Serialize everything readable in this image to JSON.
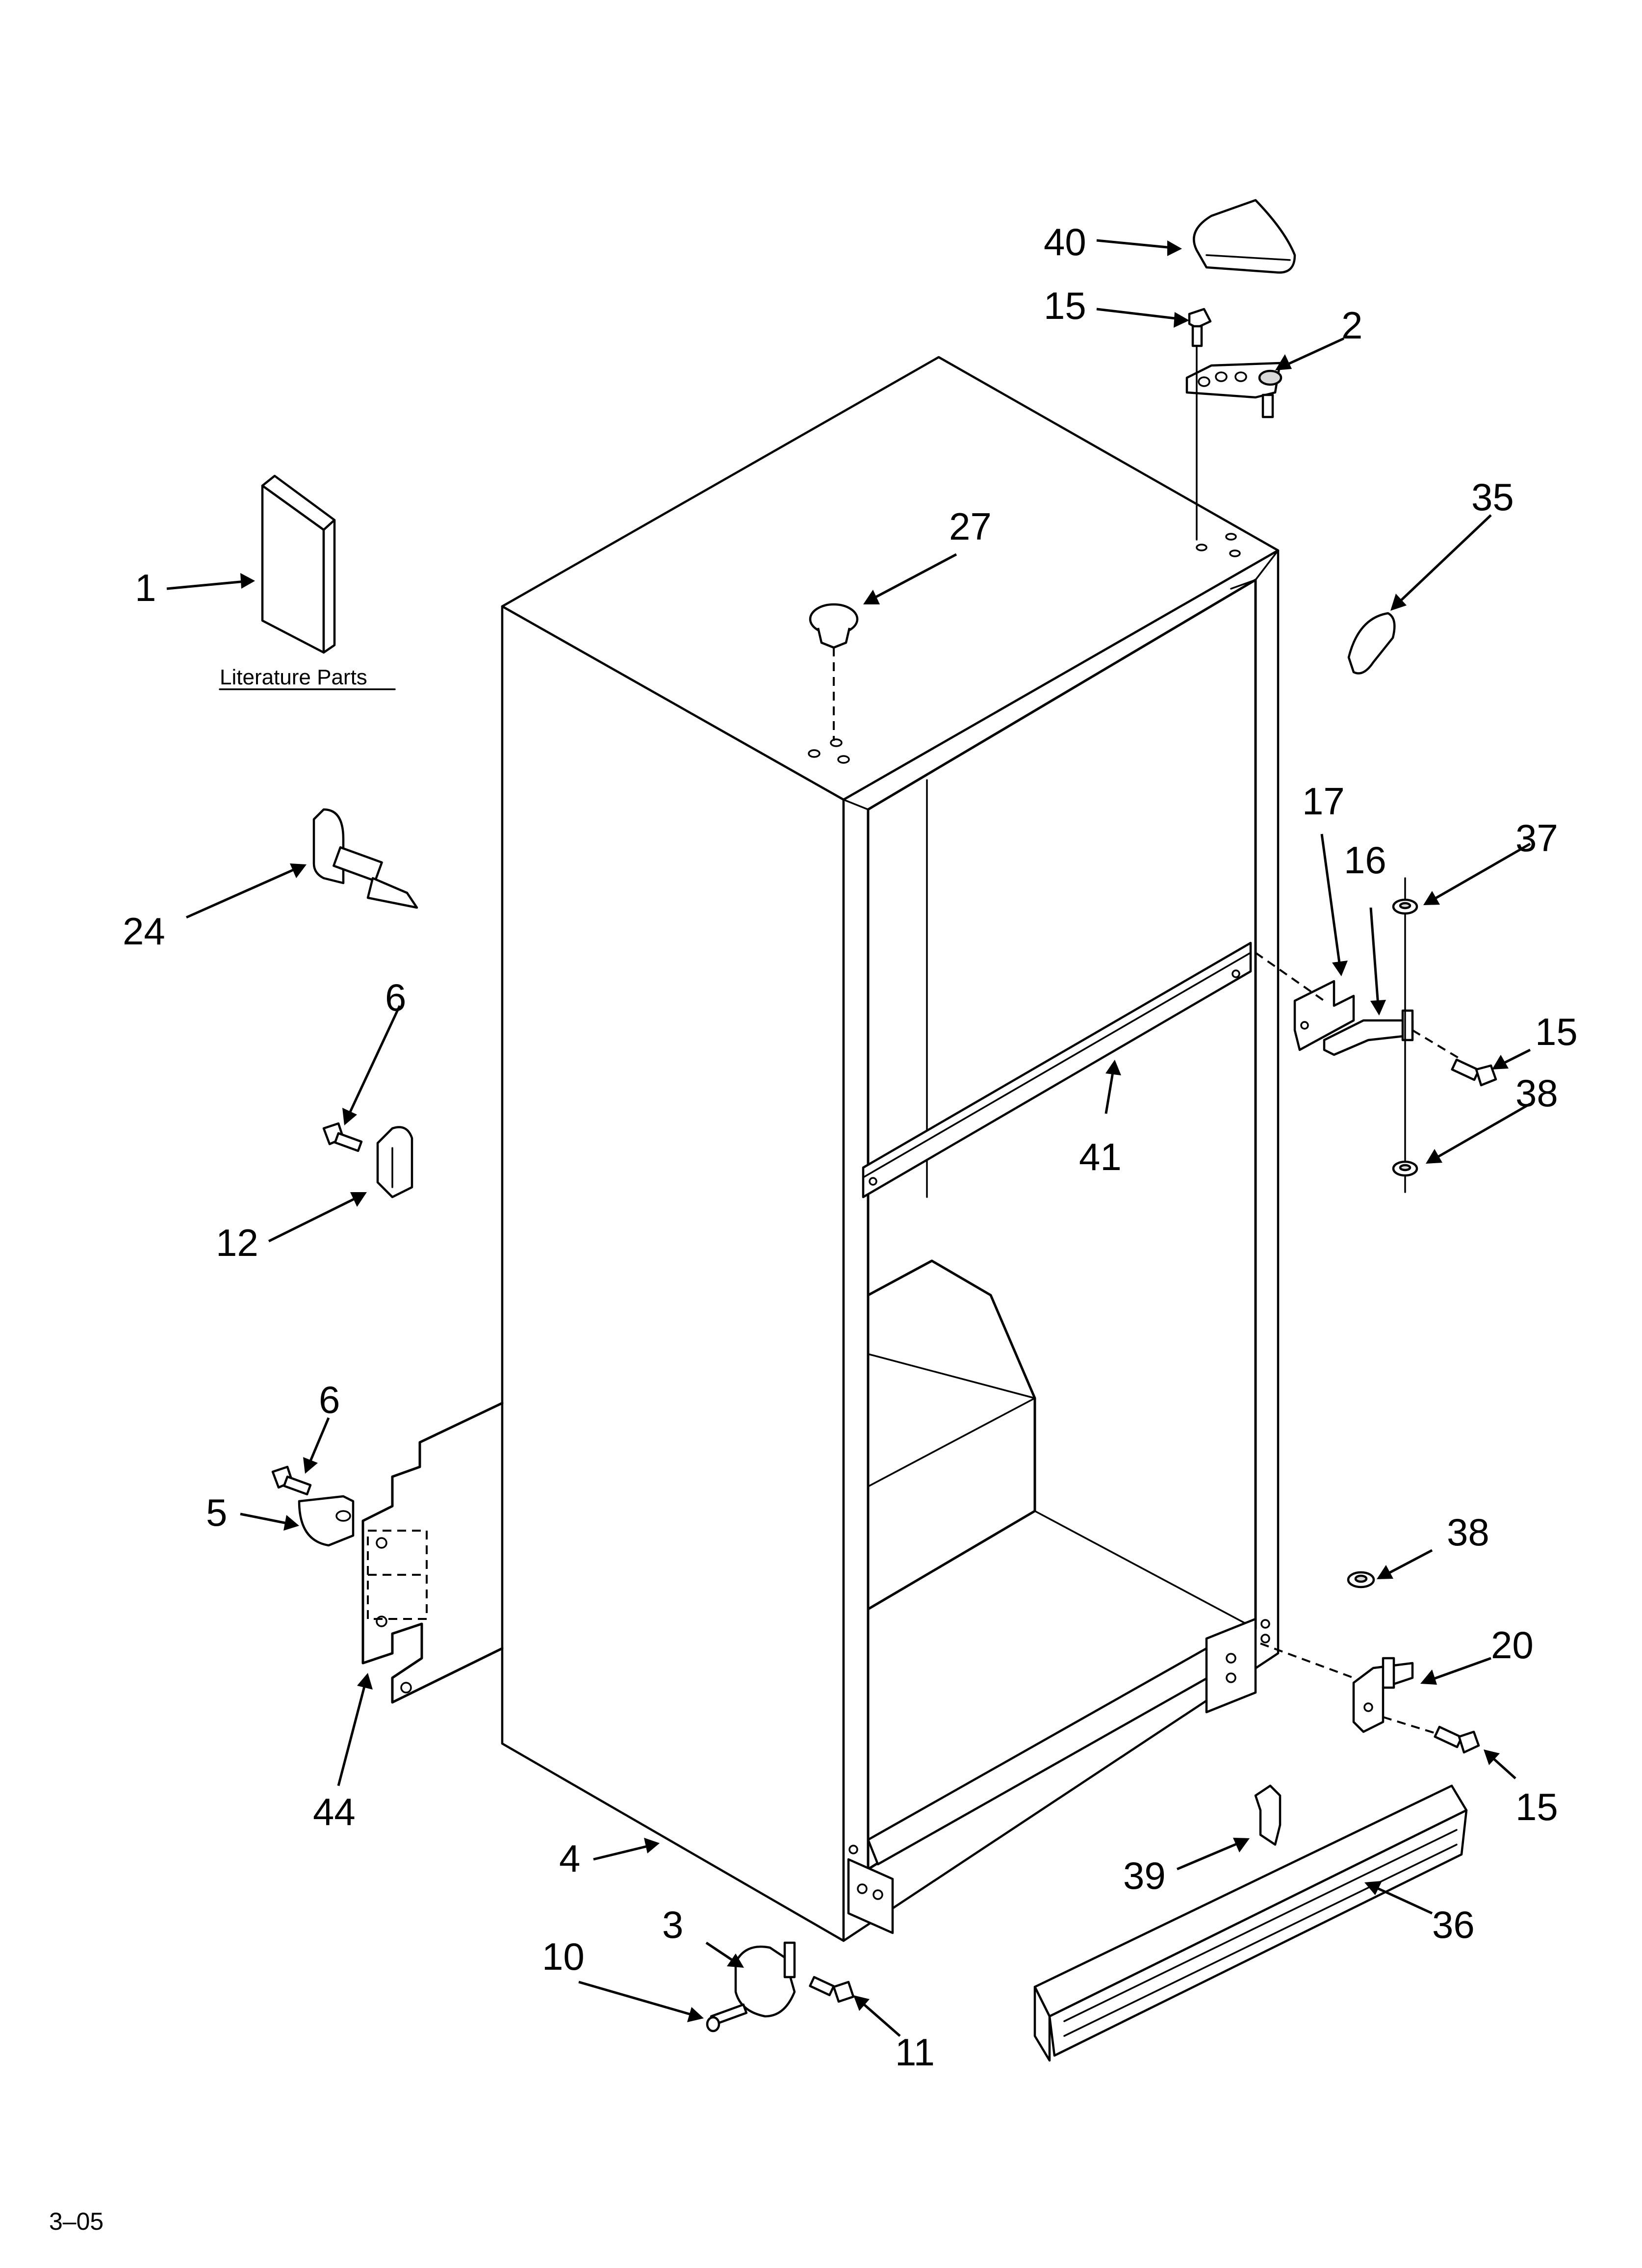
{
  "diagram": {
    "literature_caption": "Literature Parts",
    "footer_code": "3–05",
    "callouts": [
      {
        "id": "c40",
        "text": "40"
      },
      {
        "id": "c15a",
        "text": "15"
      },
      {
        "id": "c2",
        "text": "2"
      },
      {
        "id": "c35",
        "text": "35"
      },
      {
        "id": "c27",
        "text": "27"
      },
      {
        "id": "c1",
        "text": "1"
      },
      {
        "id": "c24",
        "text": "24"
      },
      {
        "id": "c17",
        "text": "17"
      },
      {
        "id": "c16",
        "text": "16"
      },
      {
        "id": "c37",
        "text": "37"
      },
      {
        "id": "c15b",
        "text": "15"
      },
      {
        "id": "c38a",
        "text": "38"
      },
      {
        "id": "c6a",
        "text": "6"
      },
      {
        "id": "c41",
        "text": "41"
      },
      {
        "id": "c12",
        "text": "12"
      },
      {
        "id": "c6b",
        "text": "6"
      },
      {
        "id": "c5",
        "text": "5"
      },
      {
        "id": "c38b",
        "text": "38"
      },
      {
        "id": "c20",
        "text": "20"
      },
      {
        "id": "c15c",
        "text": "15"
      },
      {
        "id": "c44",
        "text": "44"
      },
      {
        "id": "c4",
        "text": "4"
      },
      {
        "id": "c39",
        "text": "39"
      },
      {
        "id": "c36",
        "text": "36"
      },
      {
        "id": "c3",
        "text": "3"
      },
      {
        "id": "c10",
        "text": "10"
      },
      {
        "id": "c11",
        "text": "11"
      }
    ]
  }
}
